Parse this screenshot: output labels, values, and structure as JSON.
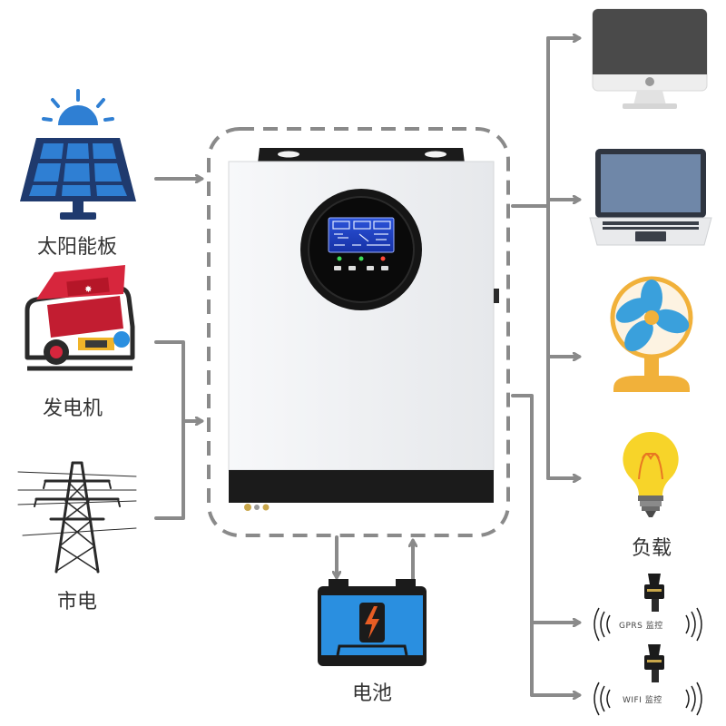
{
  "sources": {
    "solar_label": "太阳能板",
    "generator_label": "发电机",
    "grid_label": "市电"
  },
  "battery": {
    "label": "电池"
  },
  "loads": {
    "label": "负载"
  },
  "monitoring": {
    "gprs_label": "GPRS 监控",
    "wifi_label": "WIFI 监控"
  },
  "colors": {
    "arrow": "#8a8a8a",
    "dashed_border": "#8a8a8a",
    "solar_icon": "#1f3a6e",
    "solar_sun": "#2f7fd3",
    "generator_red": "#d7263d",
    "battery_blue": "#2a8fe0",
    "battery_bolt": "#e85d24",
    "fan_blue": "#3aa0dc",
    "fan_base": "#f1b13a",
    "bulb_yellow": "#f7d429",
    "inverter_body": "#f2f3f5",
    "inverter_dark": "#1b1b1b",
    "lcd_blue": "#1d43c8"
  },
  "icons": [
    "solar-panel-icon",
    "generator-icon",
    "power-tower-icon",
    "inverter-device",
    "battery-icon",
    "monitor-icon",
    "laptop-icon",
    "fan-icon",
    "light-bulb-icon",
    "gprs-dongle-icon",
    "wifi-dongle-icon"
  ]
}
